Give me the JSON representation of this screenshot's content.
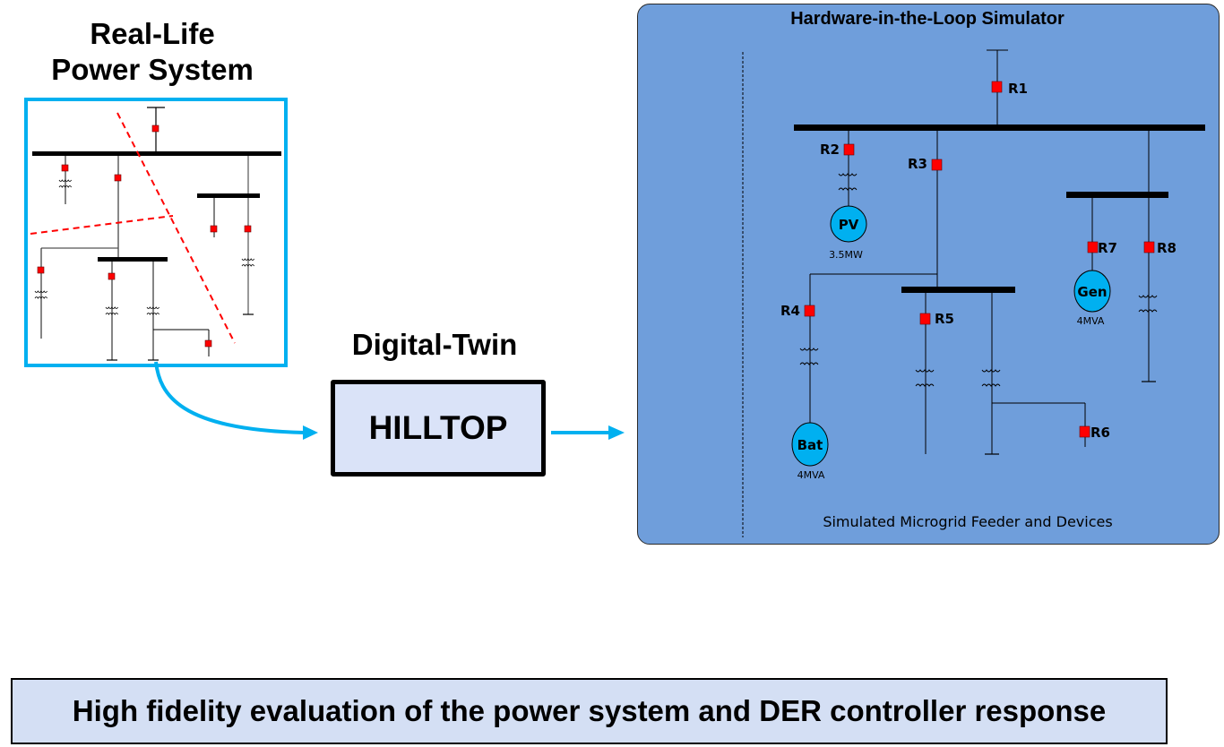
{
  "real_life": {
    "title_line1": "Real-Life",
    "title_line2": "Power System"
  },
  "digital_twin": {
    "title": "Digital-Twin",
    "box_label": "HILLTOP"
  },
  "hil": {
    "title": "Hardware-in-the-Loop Simulator",
    "caption": "Simulated Microgrid Feeder and Devices",
    "relays": [
      "R1",
      "R2",
      "R3",
      "R4",
      "R5",
      "R6",
      "R7",
      "R8"
    ],
    "devices": [
      {
        "label": "PV",
        "rating": "3.5MW"
      },
      {
        "label": "Gen",
        "rating": "4MVA"
      },
      {
        "label": "Bat",
        "rating": "4MVA"
      }
    ]
  },
  "bottom_banner": "High fidelity evaluation of the power system and DER controller response",
  "colors": {
    "accent_blue": "#00b0f0",
    "relay_red": "#ff0000",
    "panel_blue": "#6f9edb",
    "box_fill": "#dae3f8",
    "banner_fill": "#d4dff4",
    "device_fill": "#00b0f0"
  }
}
